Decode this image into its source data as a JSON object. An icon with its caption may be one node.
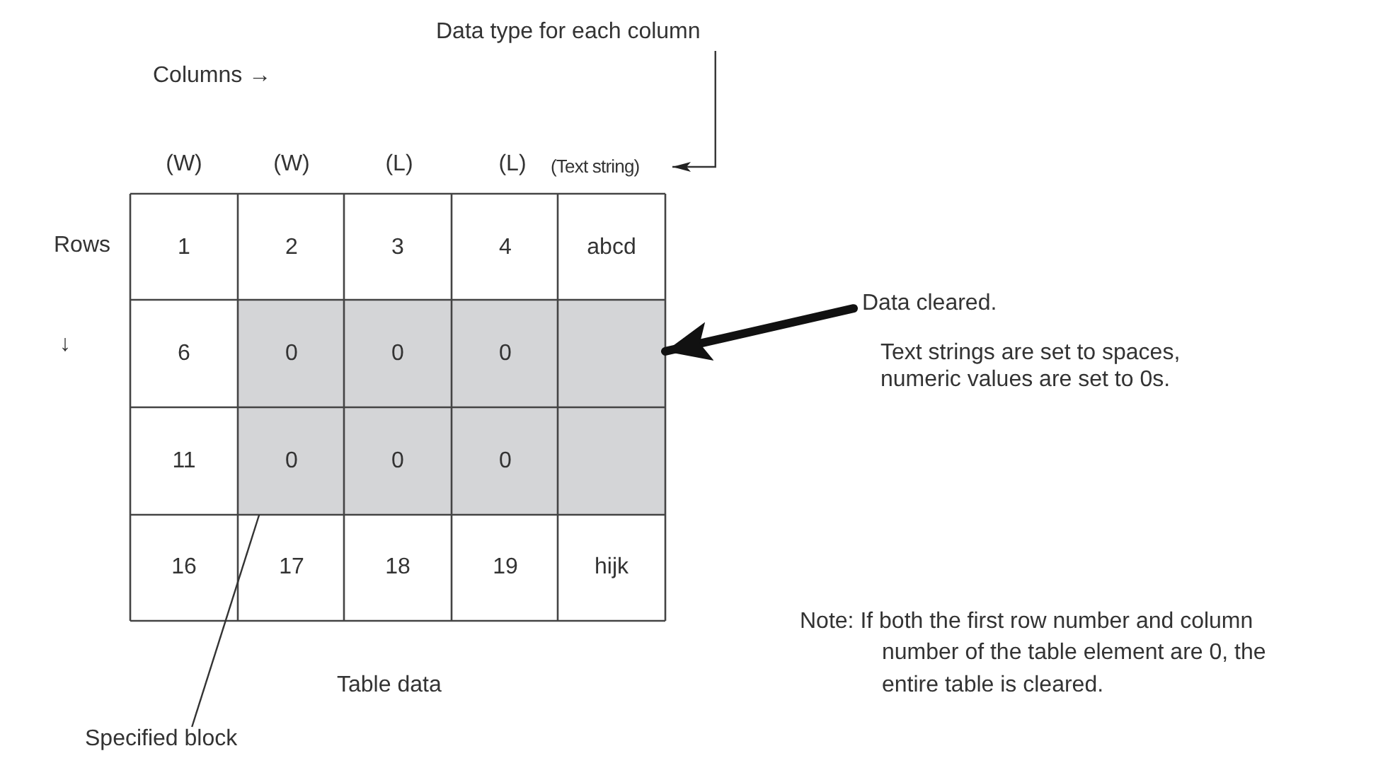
{
  "diagram": {
    "nodes": [
      {
        "text": [
          "Data type for each column"
        ]
      },
      {
        "text": [
          "(Text string)"
        ]
      },
      {
        "text": [
          "Data cleared."
        ],
        "beside": [
          "Text strings are set to spaces, numeric values are set to 0s."
        ]
      },
      {
        "text": [],
        "shape": "box"
      },
      {
        "text": [
          "Specified block"
        ]
      }
    ],
    "edges": [
      {
        "from": 0,
        "to": 1,
        "arrow": "to"
      },
      {
        "from": 2,
        "to": 3,
        "arrow": "to",
        "style": "thick"
      },
      {
        "from": 4,
        "to": 3,
        "arrow": "none"
      }
    ],
    "labels": [
      "Columns →",
      "(W)",
      "(W)",
      "(L)",
      "(L)",
      "Rows",
      "↓",
      "1",
      "2",
      "3",
      "4",
      "abcd",
      "6",
      "0",
      "0",
      "0",
      "11",
      "0",
      "0",
      "0",
      "16",
      "17",
      "18",
      "19",
      "hijk",
      "Table data",
      "Note: If both the first row number and column number of the table element are 0, the entire table is cleared."
    ]
  }
}
